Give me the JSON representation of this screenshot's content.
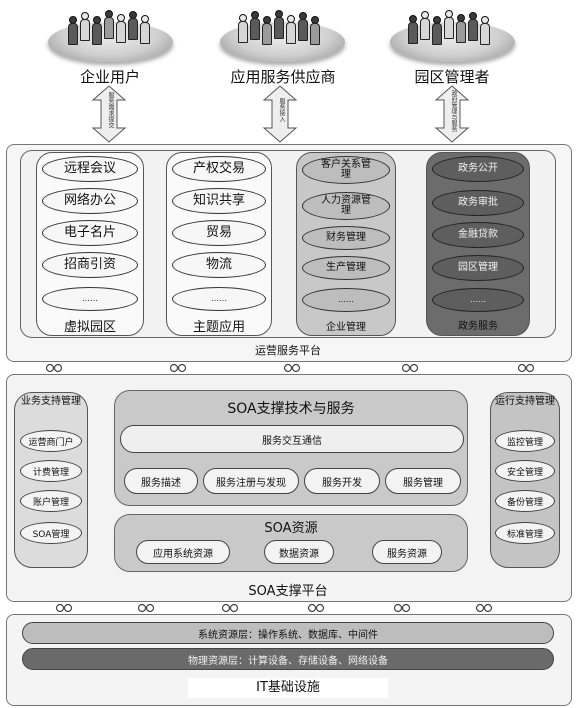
{
  "user_groups": [
    {
      "label": "企业用户"
    },
    {
      "label": "应用服务供应商"
    },
    {
      "label": "园区管理者"
    }
  ],
  "arrow_labels": [
    "服务需求提交",
    "服务接入",
    "政府管理与服务"
  ],
  "operations_platform": {
    "title": "运营服务平台",
    "columns": [
      {
        "caption": "虚拟园区",
        "items": [
          "远程会议",
          "网络办公",
          "电子名片",
          "招商引资",
          "……"
        ]
      },
      {
        "caption": "主题应用",
        "items": [
          "产权交易",
          "知识共享",
          "贸易",
          "物流",
          "……"
        ]
      },
      {
        "caption": "企业管理",
        "items": [
          "客户关系管理",
          "人力资源管理",
          "财务管理",
          "生产管理",
          "……"
        ]
      },
      {
        "caption": "政务服务",
        "items": [
          "政务公开",
          "政务审批",
          "金融贷款",
          "园区管理",
          "……"
        ]
      }
    ]
  },
  "soa_platform": {
    "title": "SOA支撑平台",
    "business_support": {
      "title": "业务支持管理",
      "items": [
        "运营商门户",
        "计费管理",
        "账户管理",
        "SOA管理"
      ]
    },
    "tech_services": {
      "title": "SOA支撑技术与服务",
      "bus": "服务交互通信",
      "items": [
        "服务描述",
        "服务注册与发现",
        "服务开发",
        "服务管理"
      ]
    },
    "resources": {
      "title": "SOA资源",
      "items": [
        "应用系统资源",
        "数据资源",
        "服务资源"
      ]
    },
    "operations_support": {
      "title": "运行支持管理",
      "items": [
        "监控管理",
        "安全管理",
        "备份管理",
        "标准管理"
      ]
    }
  },
  "infrastructure": {
    "title": "IT基础设施",
    "system_layer": "系统资源层：操作系统、数据库、中间件",
    "physical_layer": "物理资源层：计算设备、存储设备、网络设备"
  }
}
